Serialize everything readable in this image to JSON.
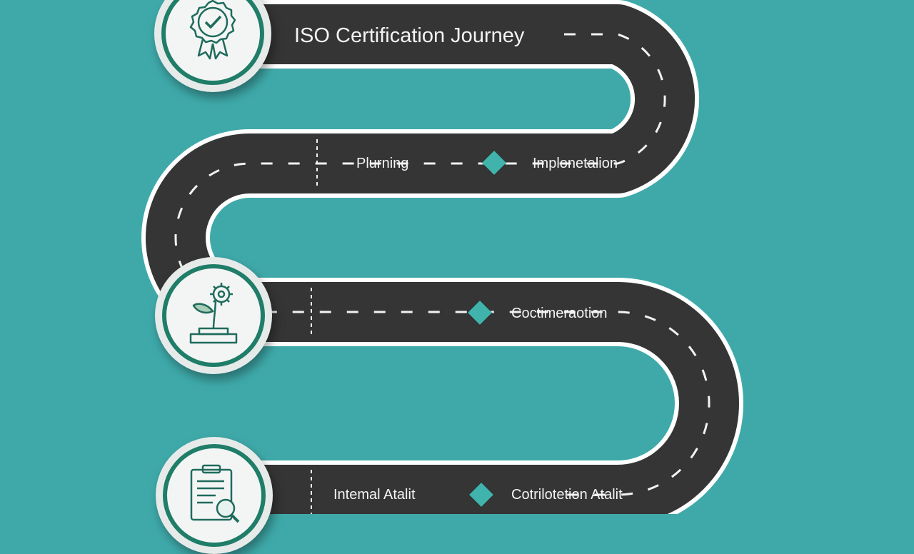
{
  "diagram": {
    "title": "ISO Certification Journey",
    "stages": {
      "planning": "Plurning",
      "implementation": "Implonetalion",
      "documentation": "Coctimeraotion",
      "internal_audit": "Intemal Atalit",
      "certification_audit": "Cotrilotetion Atalit"
    },
    "icons": {
      "top": "certificate-badge-icon",
      "middle": "plant-gear-icon",
      "bottom": "clipboard-search-icon"
    },
    "colors": {
      "background": "#3fa9a9",
      "road": "#353535",
      "accent": "#1f7d68",
      "diamond": "#3fb3ac"
    }
  }
}
